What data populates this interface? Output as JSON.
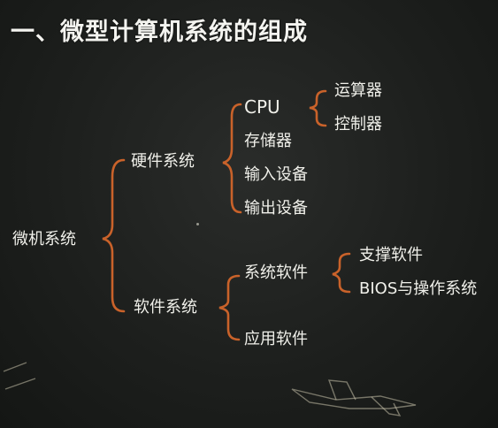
{
  "title": "一、微型计算机系统的组成",
  "root": "微机系统",
  "hardware": {
    "label": "硬件系统",
    "items": [
      "CPU",
      "存储器",
      "输入设备",
      "输出设备"
    ],
    "cpu_parts": [
      "运算器",
      "控制器"
    ]
  },
  "software": {
    "label": "软件系统",
    "system_software": "系统软件",
    "system_parts": [
      "支撑软件",
      "BIOS与操作系统"
    ],
    "application_software": "应用软件"
  },
  "colors": {
    "bracket": "#c9622a",
    "text": "#f0f0ea",
    "board": "#1f211f"
  }
}
